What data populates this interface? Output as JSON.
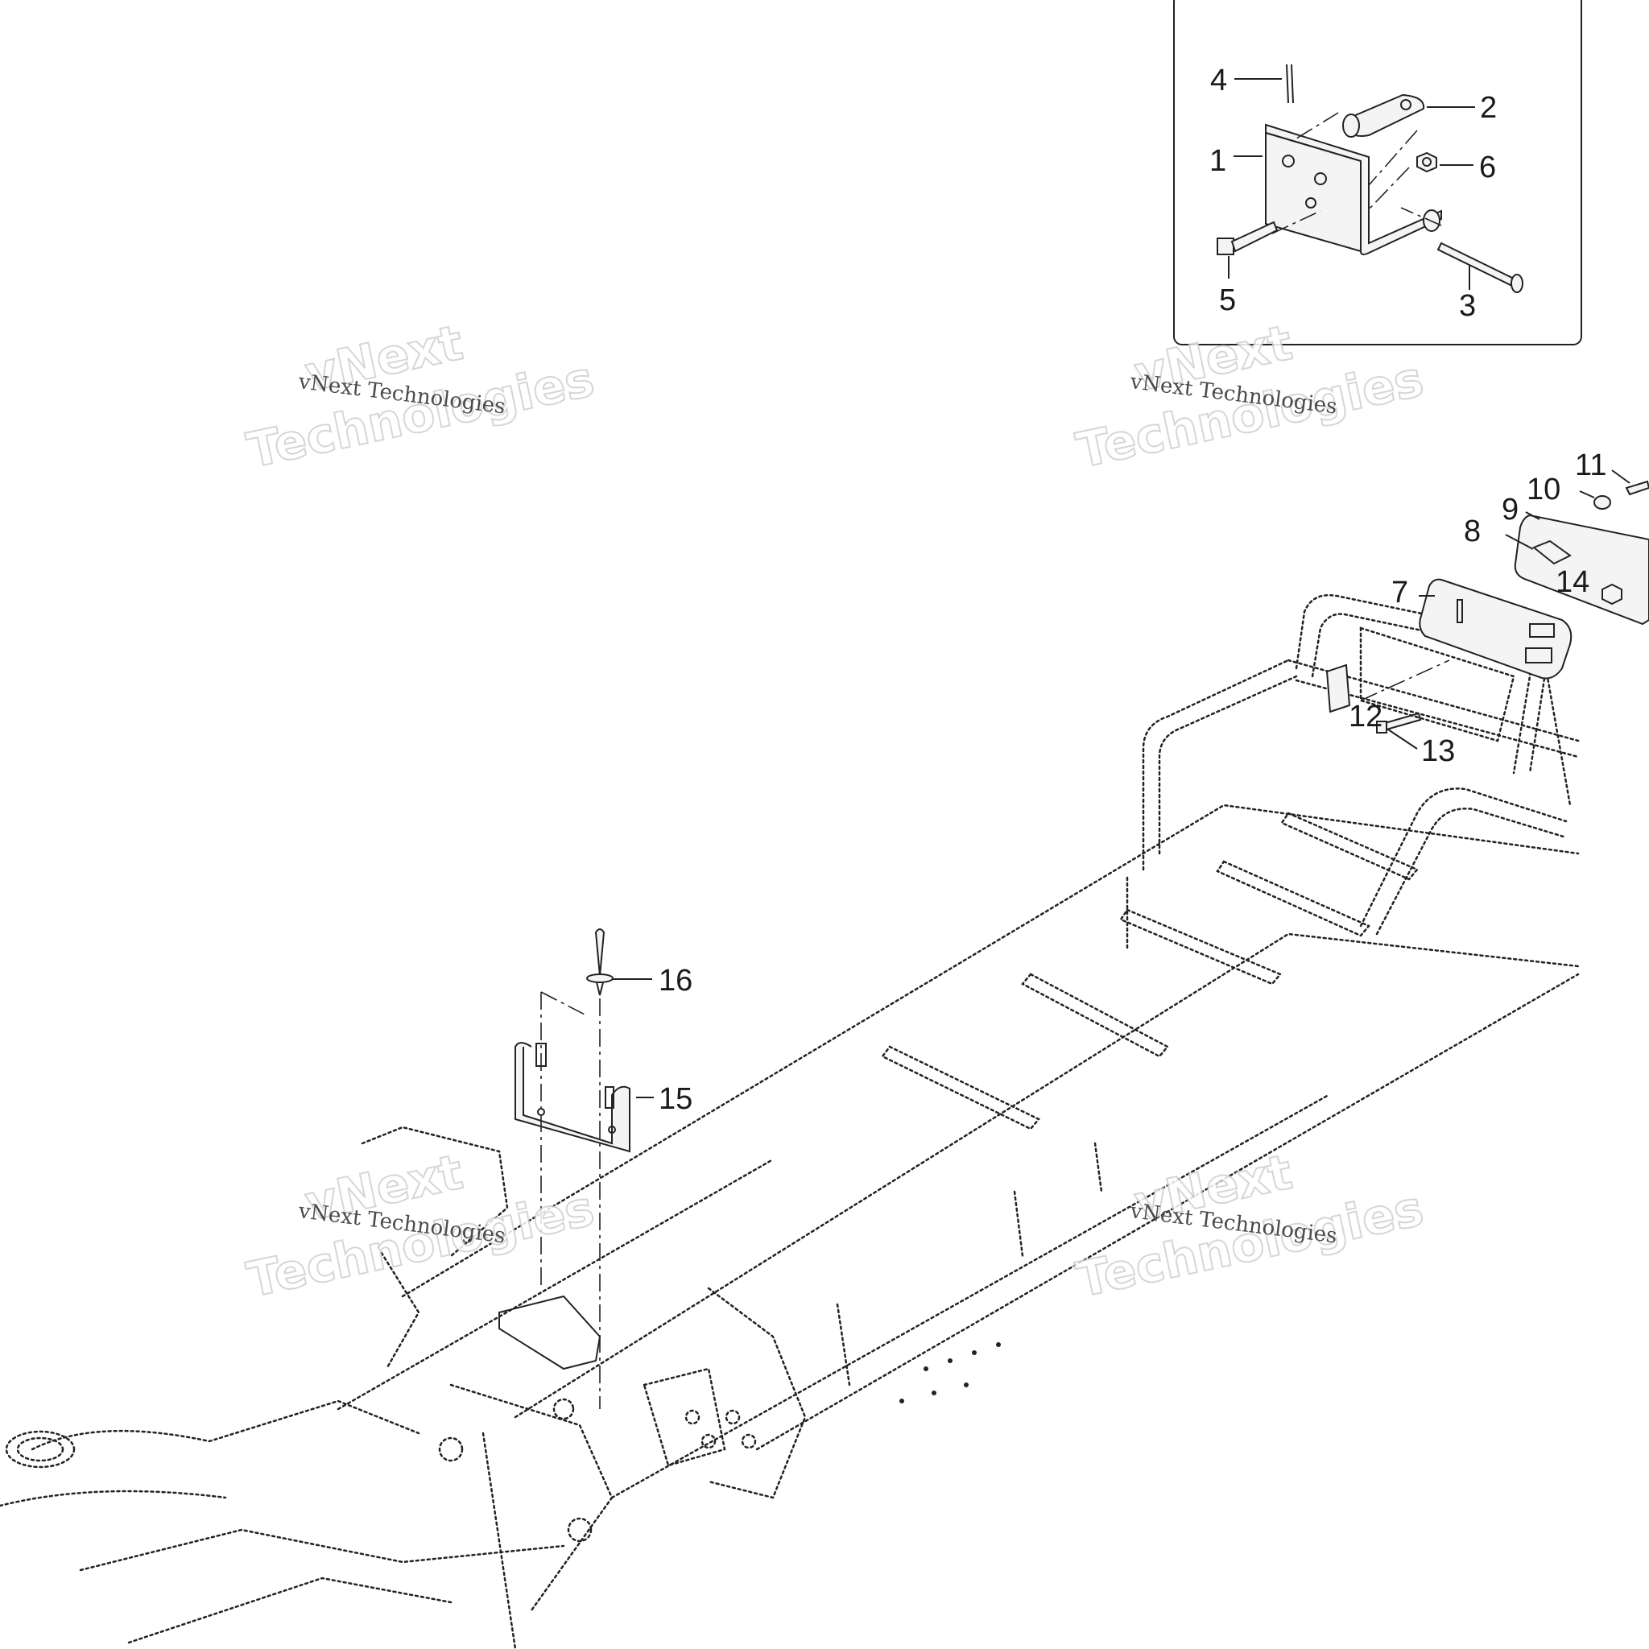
{
  "callouts": {
    "c1": "1",
    "c2": "2",
    "c3": "3",
    "c4": "4",
    "c5": "5",
    "c6": "6",
    "c7": "7",
    "c8": "8",
    "c9": "9",
    "c10": "10",
    "c11": "11",
    "c12": "12",
    "c13": "13",
    "c14": "14",
    "c15": "15",
    "c16": "16"
  },
  "watermark": {
    "small": "vNext Technologies",
    "big_line1": "vNext",
    "big_line2": "Technologies"
  }
}
